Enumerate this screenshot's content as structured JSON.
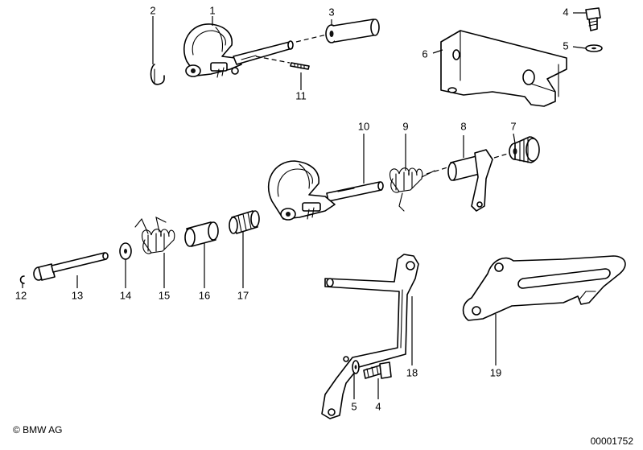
{
  "callouts": [
    "1",
    "2",
    "3",
    "4",
    "5",
    "6",
    "7",
    "8",
    "9",
    "10",
    "11",
    "12",
    "13",
    "14",
    "15",
    "16",
    "17",
    "18",
    "19",
    "5",
    "4"
  ],
  "footer": {
    "copyright": "© BMW AG",
    "document_number": "00001752"
  }
}
